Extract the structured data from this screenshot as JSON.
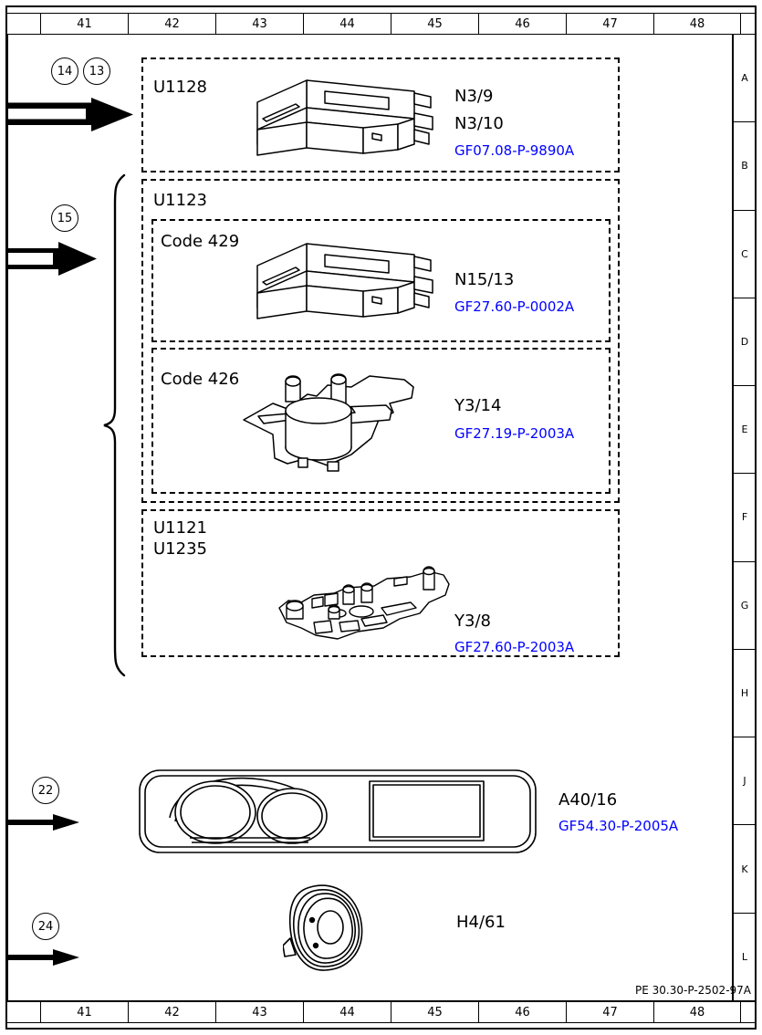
{
  "sheet": {
    "footer_code": "PE 30.30-P-2502-97A",
    "columns": [
      "41",
      "42",
      "43",
      "44",
      "45",
      "46",
      "47",
      "48"
    ],
    "rows": [
      "A",
      "B",
      "C",
      "D",
      "E",
      "F",
      "G",
      "H",
      "J",
      "K",
      "L"
    ],
    "ref_color": "#0000ff"
  },
  "callouts": [
    {
      "id": "callout-14",
      "number": "14"
    },
    {
      "id": "callout-13",
      "number": "13"
    },
    {
      "id": "callout-15",
      "number": "15"
    },
    {
      "id": "callout-22",
      "number": "22"
    },
    {
      "id": "callout-24",
      "number": "24"
    }
  ],
  "groups": {
    "u1128": {
      "code": "U1128",
      "part_labels": [
        "N3/9",
        "N3/10"
      ],
      "reference": "GF07.08-P-9890A",
      "icon": "control-module-icon"
    },
    "u1123": {
      "code": "U1123",
      "sub_429": {
        "code": "Code 429",
        "part_labels": [
          "N15/13"
        ],
        "reference": "GF27.60-P-0002A",
        "icon": "control-module-icon"
      },
      "sub_426": {
        "code": "Code 426",
        "part_labels": [
          "Y3/14"
        ],
        "reference": "GF27.19-P-2003A",
        "icon": "valve-body-icon"
      }
    },
    "u1121": {
      "codes": [
        "U1121",
        "U1235"
      ],
      "part_labels": [
        "Y3/8"
      ],
      "reference": "GF27.60-P-2003A",
      "icon": "valve-body-flat-icon"
    }
  },
  "components": {
    "cluster": {
      "part_label": "A40/16",
      "reference": "GF54.30-P-2005A",
      "icon": "instrument-cluster-icon"
    },
    "speaker": {
      "part_label": "H4/61",
      "reference": "",
      "icon": "speaker-icon"
    }
  }
}
